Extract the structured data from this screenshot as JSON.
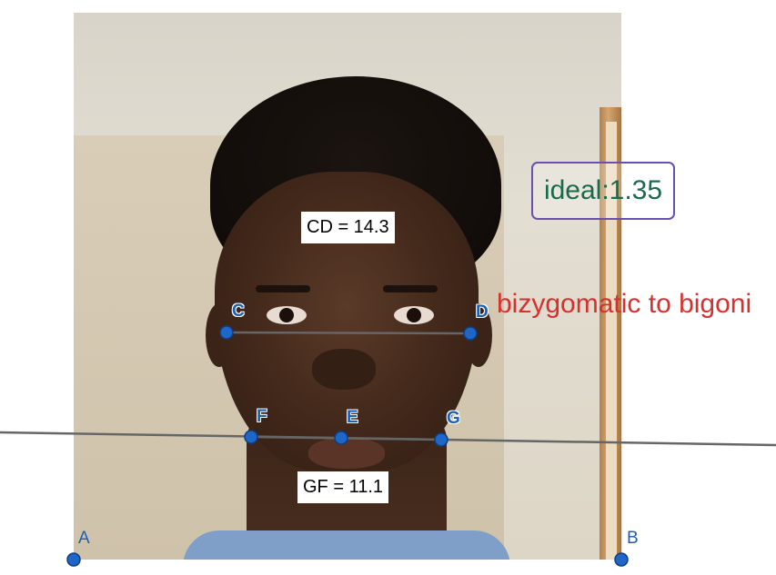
{
  "measurements": {
    "cd": "CD = 14.3",
    "gf": "GF = 11.1"
  },
  "ideal_label": "ideal:1.35",
  "annotation_label": "bizygomatic to bigoni",
  "points": {
    "a": "A",
    "b": "B",
    "c": "C",
    "d": "D",
    "e": "E",
    "f": "F",
    "g": "G"
  },
  "colors": {
    "point_fill": "#1f66c9",
    "segment": "#666666",
    "ideal_text": "#1a6b4e",
    "ideal_border": "#6a4fb0",
    "annotation_text": "#d6302f"
  }
}
